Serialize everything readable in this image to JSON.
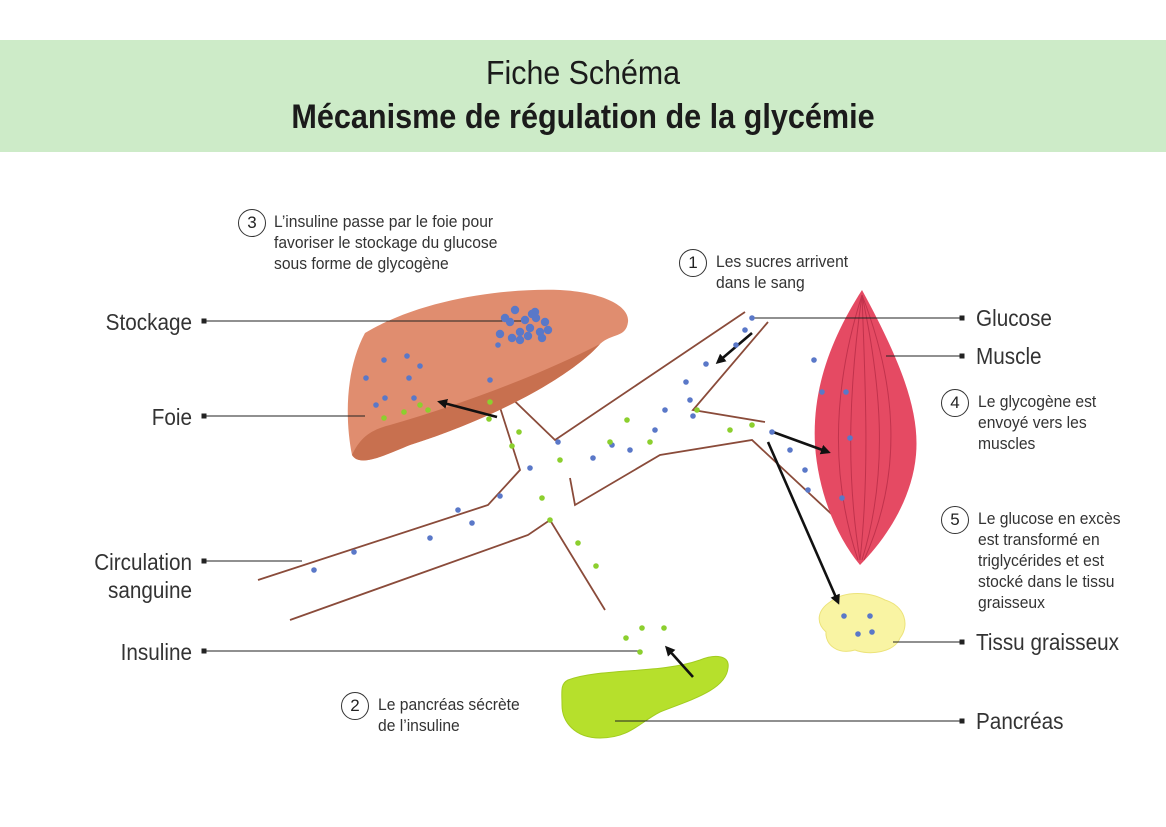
{
  "header": {
    "title_line1": "Fiche Schéma",
    "title_line2": "Mécanisme de régulation de la glycémie"
  },
  "labels": {
    "stockage": "Stockage",
    "foie": "Foie",
    "circulation_line1": "Circulation",
    "circulation_line2": "sanguine",
    "insuline": "Insuline",
    "glucose": "Glucose",
    "muscle": "Muscle",
    "tissu": "Tissu graisseux",
    "pancreas": "Pancréas"
  },
  "steps": [
    {
      "number": "1",
      "lines": [
        "Les sucres arrivent",
        "dans le sang"
      ]
    },
    {
      "number": "2",
      "lines": [
        "Le pancréas sécrète",
        "de l’insuline"
      ]
    },
    {
      "number": "3",
      "lines": [
        "L’insuline passe par le foie pour",
        "favoriser le stockage du glucose",
        "sous forme de glycogène"
      ]
    },
    {
      "number": "4",
      "lines": [
        "Le glycogène est",
        "envoyé vers les",
        "muscles"
      ]
    },
    {
      "number": "5",
      "lines": [
        "Le glucose en excès",
        "est transformé en",
        "triglycérides et est",
        "stocké dans le tissu",
        "graisseux"
      ]
    }
  ],
  "colors": {
    "header_bg": "#cdebc8",
    "liver": "#e08d6f",
    "liver_shadow": "#c8704f",
    "muscle": "#e54a63",
    "fat": "#f9f4a3",
    "pancreas": "#b6e02c",
    "glucose_dot": "#5a78c8",
    "insulin_dot": "#8ccf2e",
    "vessel": "#8a4b3a"
  }
}
